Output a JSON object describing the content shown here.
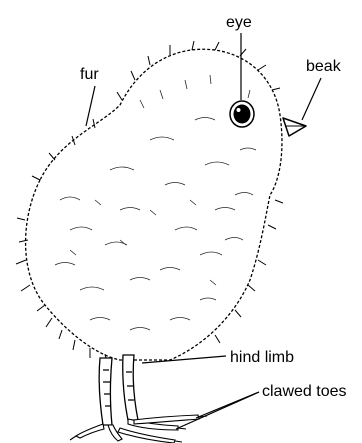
{
  "diagram": {
    "labels": {
      "eye": "eye",
      "beak": "beak",
      "fur": "fur",
      "hind_limb": "hind limb",
      "clawed_toes": "clawed toes"
    },
    "colors": {
      "ink": "#000000",
      "background": "#ffffff"
    }
  }
}
